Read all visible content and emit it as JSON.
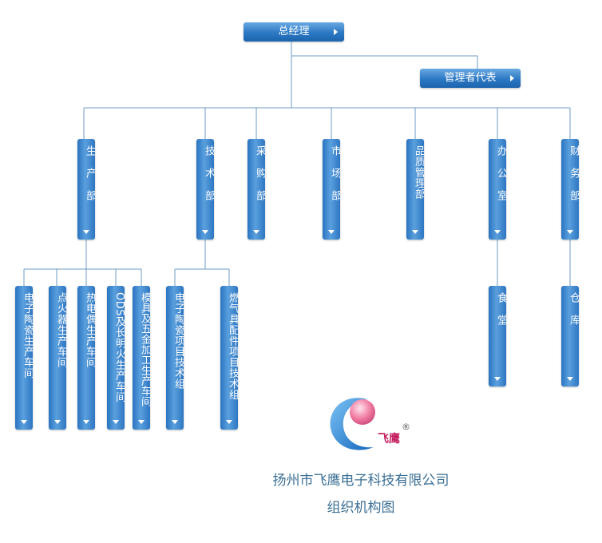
{
  "top": {
    "general_manager": "总经理",
    "management_representative": "管理者代表"
  },
  "departments": [
    {
      "id": "production",
      "label": "生产部"
    },
    {
      "id": "technology",
      "label": "技术部"
    },
    {
      "id": "purchasing",
      "label": "采购部"
    },
    {
      "id": "market",
      "label": "市场部"
    },
    {
      "id": "quality",
      "label": "品质管理部"
    },
    {
      "id": "office",
      "label": "办公室"
    },
    {
      "id": "finance",
      "label": "财务部"
    }
  ],
  "production_units": [
    {
      "label": "电子陶瓷生产车间"
    },
    {
      "label": "点火器生产车间"
    },
    {
      "label": "热电偶生产车间"
    },
    {
      "label": "ODS及长明火生产车间"
    },
    {
      "label": "模具及五金加工生产车间"
    }
  ],
  "technology_units": [
    {
      "label": "电子陶瓷项目技术组"
    },
    {
      "label": "燃气具配件项目技术组"
    }
  ],
  "office_units": [
    {
      "label": "食堂"
    }
  ],
  "finance_units": [
    {
      "label": "仓库"
    }
  ],
  "logo": {
    "brand_text": "飞鹰",
    "registered_mark": "®",
    "colors": {
      "blue": "#1f78d1",
      "pink": "#f07aa0",
      "text": "#c2185b"
    }
  },
  "caption": {
    "company": "扬州市飞鹰电子科技有限公司",
    "title": "组织机构图"
  },
  "colors": {
    "box": "#2c78c4",
    "line": "#6f9cc5",
    "caption": "#3b6f95"
  }
}
